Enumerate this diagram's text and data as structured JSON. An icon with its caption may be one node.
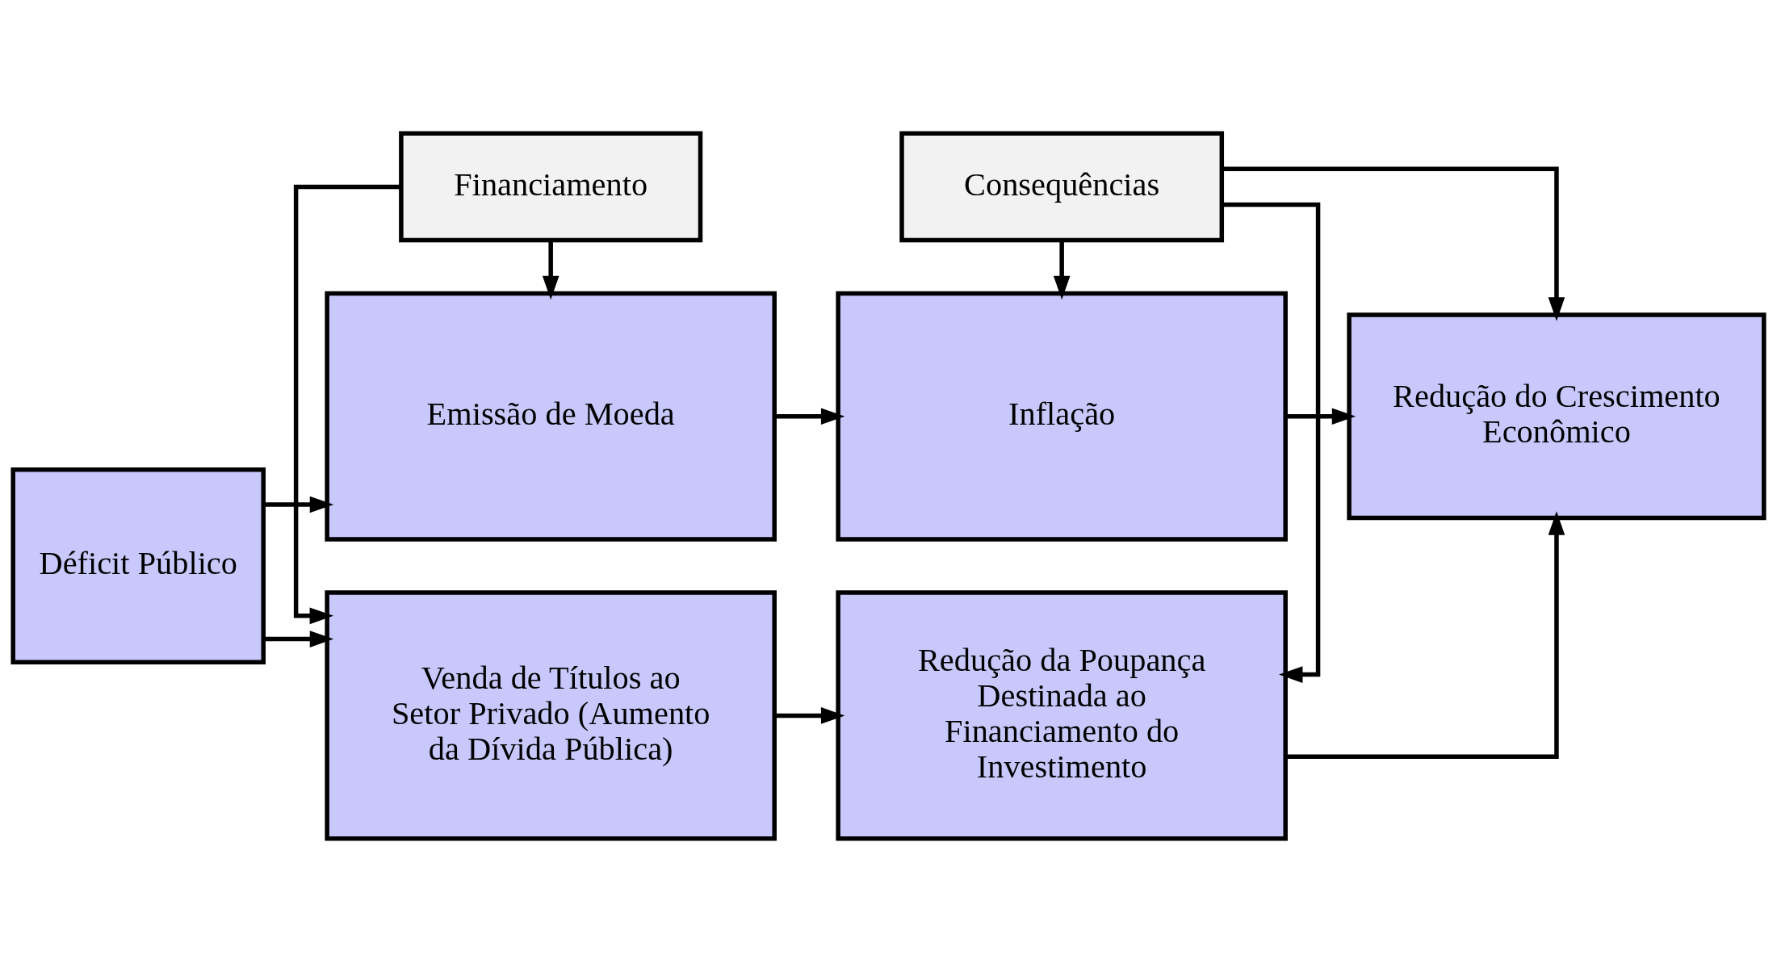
{
  "diagram": {
    "nodes": [
      {
        "text": [
          "Déficit Público"
        ]
      },
      {
        "text": [
          "Venda de Títulos ao Setor Privado (Aumento da Dívida Pública)"
        ]
      },
      {
        "text": [
          "Financiamento"
        ]
      },
      {
        "text": [
          "Emissão de Moeda"
        ]
      },
      {
        "text": [
          "Redução da Poupança Destinada ao Financiamento do Investimento"
        ]
      },
      {
        "text": [
          "Consequências"
        ]
      },
      {
        "text": [
          "Inflação"
        ]
      },
      {
        "text": [
          "Redução do Crescimento Econômico"
        ]
      }
    ],
    "edges": [
      {
        "from": 0,
        "to": 1,
        "arrow": "to"
      },
      {
        "from": 0,
        "to": 3,
        "arrow": "to"
      },
      {
        "from": 2,
        "to": 1,
        "arrow": "to"
      },
      {
        "from": 2,
        "to": 3,
        "arrow": "to"
      },
      {
        "from": 1,
        "to": 4,
        "arrow": "to"
      },
      {
        "from": 3,
        "to": 6,
        "arrow": "to"
      },
      {
        "from": 5,
        "to": 4,
        "arrow": "to"
      },
      {
        "from": 5,
        "to": 6,
        "arrow": "to"
      },
      {
        "from": 5,
        "to": 7,
        "arrow": "to"
      },
      {
        "from": 4,
        "to": 7,
        "arrow": "to"
      },
      {
        "from": 6,
        "to": 7,
        "arrow": "to"
      }
    ]
  }
}
